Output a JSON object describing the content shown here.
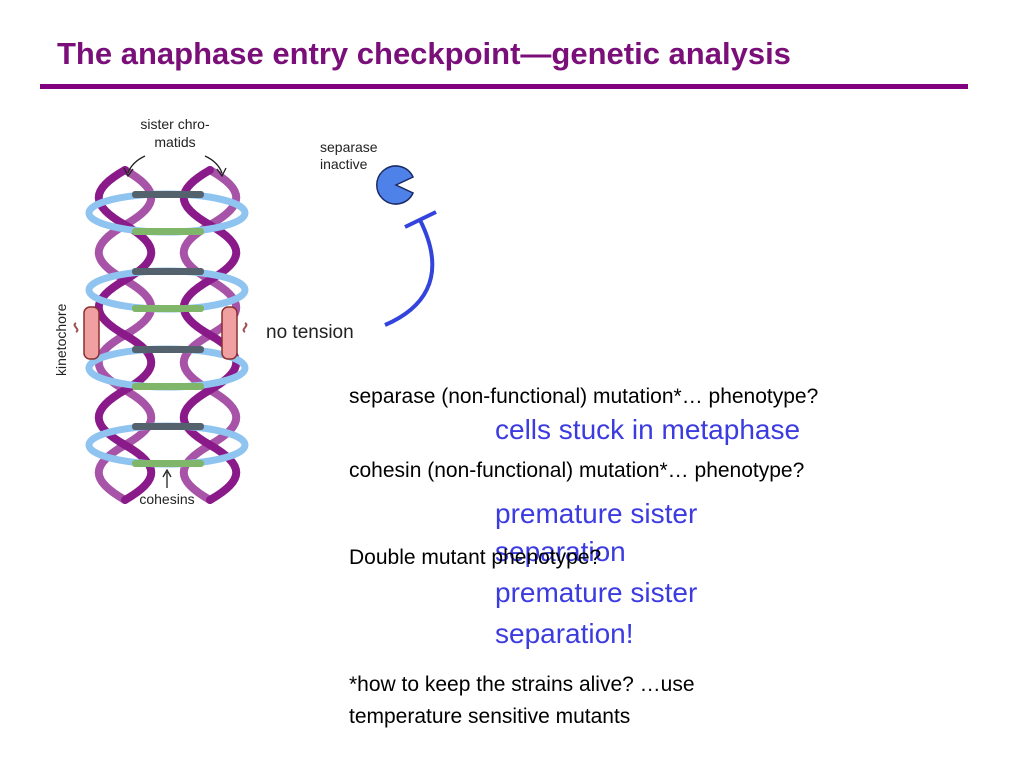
{
  "slide": {
    "title": "The anaphase entry checkpoint—genetic analysis"
  },
  "figure": {
    "sister_chromatids_line1": "sister chro-",
    "sister_chromatids_line2": "matids",
    "kinetochore": "kinetochore",
    "cohesins": "cohesins",
    "separase_line1": "separase",
    "separase_line2": "inactive",
    "no_tension": "no tension"
  },
  "questions": {
    "q1": "separase (non-functional) mutation*… phenotype?",
    "a1": "cells stuck in metaphase",
    "q2": "cohesin (non-functional) mutation*… phenotype?",
    "a2_line1": "premature sister",
    "a2_line2": "separation",
    "q3": "Double mutant phenotype?",
    "a3_line1": "premature sister",
    "a3_line2": "separation!"
  },
  "note": {
    "line1": "*how to keep the strains alive? …use",
    "line2": "temperature sensitive mutants"
  },
  "colors": {
    "title": "#7a0f7a",
    "rule": "#800080",
    "answer": "#3b3be0",
    "chromatid": "#8a1a8a",
    "ring": "#8fc4f0",
    "separase": "#4f82e8",
    "inhibition": "#3344dd",
    "kinetochore": "#f0a0a0"
  }
}
